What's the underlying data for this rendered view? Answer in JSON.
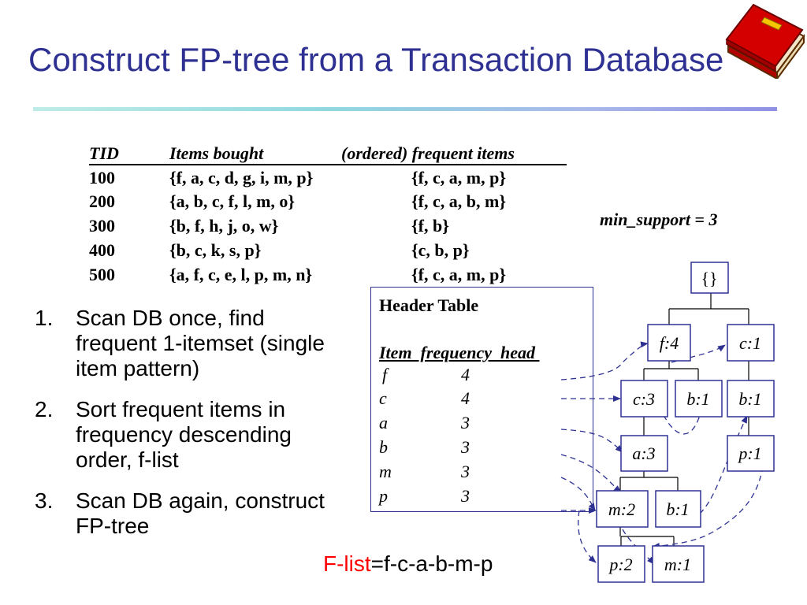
{
  "slide": {
    "title": "Construct FP-tree from a Transaction Database"
  },
  "transactions": {
    "headers": {
      "tid": "TID",
      "items": "Items bought",
      "ordered": "(ordered) frequent items"
    },
    "rows": [
      {
        "tid": "100",
        "items": "{f, a, c, d, g, i, m, p}",
        "ordered": "{f, c, a, m, p}"
      },
      {
        "tid": "200",
        "items": "{a, b, c, f, l, m, o}",
        "ordered": "{f, c, a, b, m}"
      },
      {
        "tid": "300",
        "items": "{b, f, h, j, o, w}",
        "ordered": "{f, b}"
      },
      {
        "tid": "400",
        "items": "{b, c, k, s, p}",
        "ordered": "{c, b, p}"
      },
      {
        "tid": "500",
        "items": "{a, f, c, e, l, p, m, n}",
        "ordered": "{f, c, a, m, p}"
      }
    ]
  },
  "min_support": "min_support = 3",
  "steps": [
    {
      "num": "1.",
      "text": "Scan DB once, find frequent 1-itemset (single item pattern)"
    },
    {
      "num": "2.",
      "text": "Sort frequent items in frequency descending order, f-list"
    },
    {
      "num": "3.",
      "text": "Scan DB again, construct FP-tree"
    }
  ],
  "header_table": {
    "title": "Header Table",
    "columns": "Item  frequency  head ",
    "rows": [
      {
        "item": "f",
        "freq": "4"
      },
      {
        "item": "c",
        "freq": "4"
      },
      {
        "item": "a",
        "freq": "3"
      },
      {
        "item": "b",
        "freq": "3"
      },
      {
        "item": "m",
        "freq": "3"
      },
      {
        "item": "p",
        "freq": "3"
      }
    ]
  },
  "tree": {
    "root": "{}",
    "nodes": {
      "f4": "f:4",
      "c1_top": "c:1",
      "c3": "c:3",
      "b1_mid": "b:1",
      "b1_right": "b:1",
      "a3": "a:3",
      "p1_right": "p:1",
      "m2": "m:2",
      "b1_low": "b:1",
      "p2": "p:2",
      "m1": "m:1"
    }
  },
  "flist": {
    "label": "F-list",
    "value": "=f-c-a-b-m-p"
  },
  "colors": {
    "title": "#2e3192",
    "node_border": "#2e3192",
    "link_arrow": "#2e3192",
    "flist_label": "#ff0000"
  },
  "icons": {
    "book": "red-book-icon"
  }
}
